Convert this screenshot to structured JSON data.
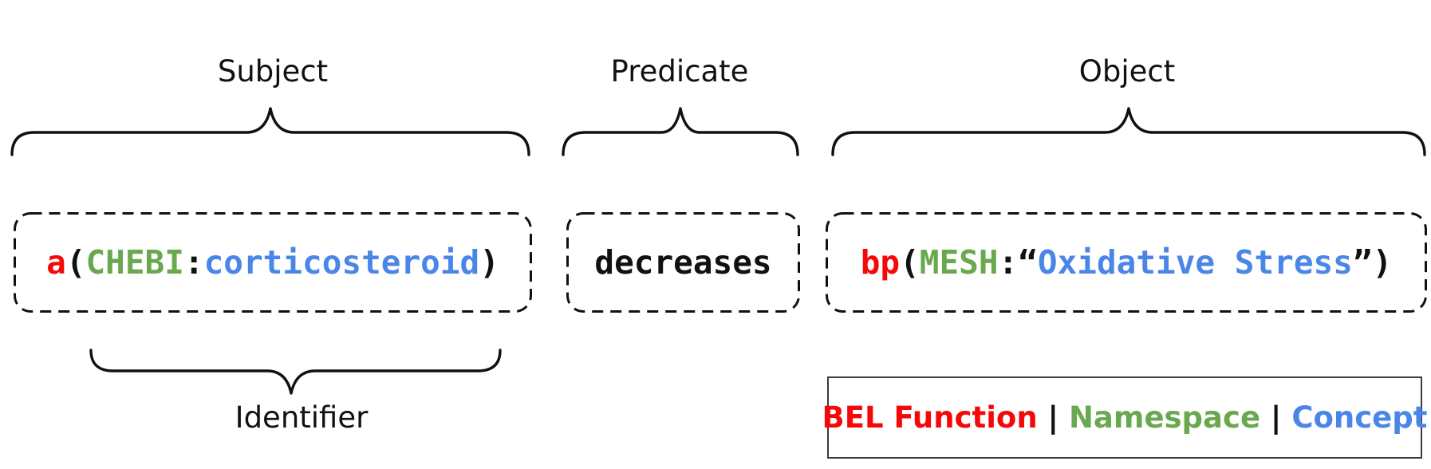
{
  "subject": {
    "label": "Subject",
    "annotation": "Identifier",
    "code": [
      {
        "text": "a",
        "color": "#f60808"
      },
      {
        "text": "(",
        "color": "#111111"
      },
      {
        "text": "CHEBI",
        "color": "#6aa84f"
      },
      {
        "text": ":",
        "color": "#111111"
      },
      {
        "text": "corticosteroid",
        "color": "#4a86e8"
      },
      {
        "text": ")",
        "color": "#111111"
      }
    ]
  },
  "predicate": {
    "label": "Predicate",
    "code": [
      {
        "text": "decreases",
        "color": "#111111"
      }
    ]
  },
  "object": {
    "label": "Object",
    "code": [
      {
        "text": "bp",
        "color": "#f60808"
      },
      {
        "text": "(",
        "color": "#111111"
      },
      {
        "text": "MESH",
        "color": "#6aa84f"
      },
      {
        "text": ":",
        "color": "#111111"
      },
      {
        "text": "“",
        "color": "#111111"
      },
      {
        "text": "Oxidative Stress",
        "color": "#4a86e8"
      },
      {
        "text": "”",
        "color": "#111111"
      },
      {
        "text": ")",
        "color": "#111111"
      }
    ]
  },
  "legend": {
    "separator": "|",
    "items": [
      {
        "text": "BEL Function",
        "color": "#f60808"
      },
      {
        "text": "Namespace",
        "color": "#6aa84f"
      },
      {
        "text": "Concept",
        "color": "#4a86e8"
      }
    ]
  },
  "colors": {
    "ink": "#111111",
    "bel_function": "#f60808",
    "namespace": "#6aa84f",
    "concept": "#4a86e8",
    "background": "#ffffff"
  }
}
